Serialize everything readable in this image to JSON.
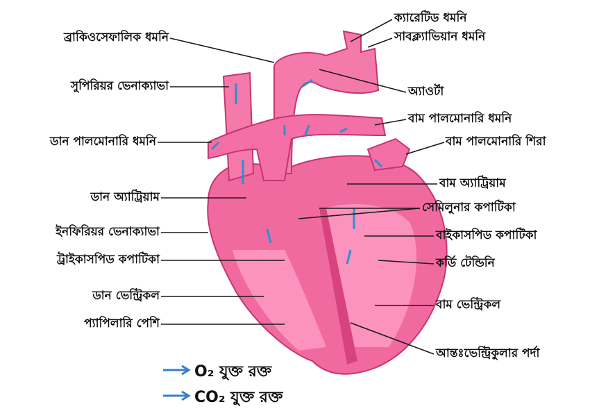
{
  "labels_left": [
    {
      "id": "brachiocephalic",
      "text": "ব্রাকিওসেফালিক ধমনি"
    },
    {
      "id": "sup_vena_cava",
      "text": "সুপিরিয়র ভেনাক্যাভা"
    },
    {
      "id": "right_pulm_artery",
      "text": "ডান পালমোনারি ধমনি"
    },
    {
      "id": "right_atrium",
      "text": "ডান অ্যাট্রিয়াম"
    },
    {
      "id": "inf_vena_cava",
      "text": "ইনফিরিয়র ভেনাক্যাভা"
    },
    {
      "id": "tricuspid",
      "text": "ট্রাইকাসপিড কপাটিকা"
    },
    {
      "id": "right_ventricle",
      "text": "ডান ভেন্ট্রিকল"
    },
    {
      "id": "papillary",
      "text": "প্যাপিলারি পেশি"
    }
  ],
  "labels_right": [
    {
      "id": "carotid",
      "text": "ক্যারেটিড ধমনি"
    },
    {
      "id": "subclavian",
      "text": "সাবক্ল্যাভিয়ান ধমনি"
    },
    {
      "id": "aorta",
      "text": "অ্যাওর্টা"
    },
    {
      "id": "left_pulm_artery",
      "text": "বাম পালমোনারি ধমনি"
    },
    {
      "id": "left_pulm_vein",
      "text": "বাম পালমোনারি শিরা"
    },
    {
      "id": "left_atrium",
      "text": "বাম অ্যাট্রিয়াম"
    },
    {
      "id": "semilunar",
      "text": "সেমিলুনার কপাটিকা"
    },
    {
      "id": "bicuspid",
      "text": "বাইকাসপিড কপাটিকা"
    },
    {
      "id": "chordae",
      "text": "কর্ডি টেন্ডিনি"
    },
    {
      "id": "left_ventricle",
      "text": "বাম ভেন্ট্রিকল"
    },
    {
      "id": "septum",
      "text": "আন্তঃভেন্ট্রিকুলার পর্দা"
    }
  ],
  "legend": [
    {
      "text": "O₂ যুক্ত রক্ত"
    },
    {
      "text": "CO₂ যুক্ত রক্ত"
    }
  ],
  "colors": {
    "heart_fill": "#f06aa0",
    "heart_dark": "#d8437f",
    "heart_light": "#ff9cc5",
    "arrow_o2": "#3a7fc8",
    "arrow_co2": "#2f8fd0",
    "leader": "#1a1a1a"
  }
}
